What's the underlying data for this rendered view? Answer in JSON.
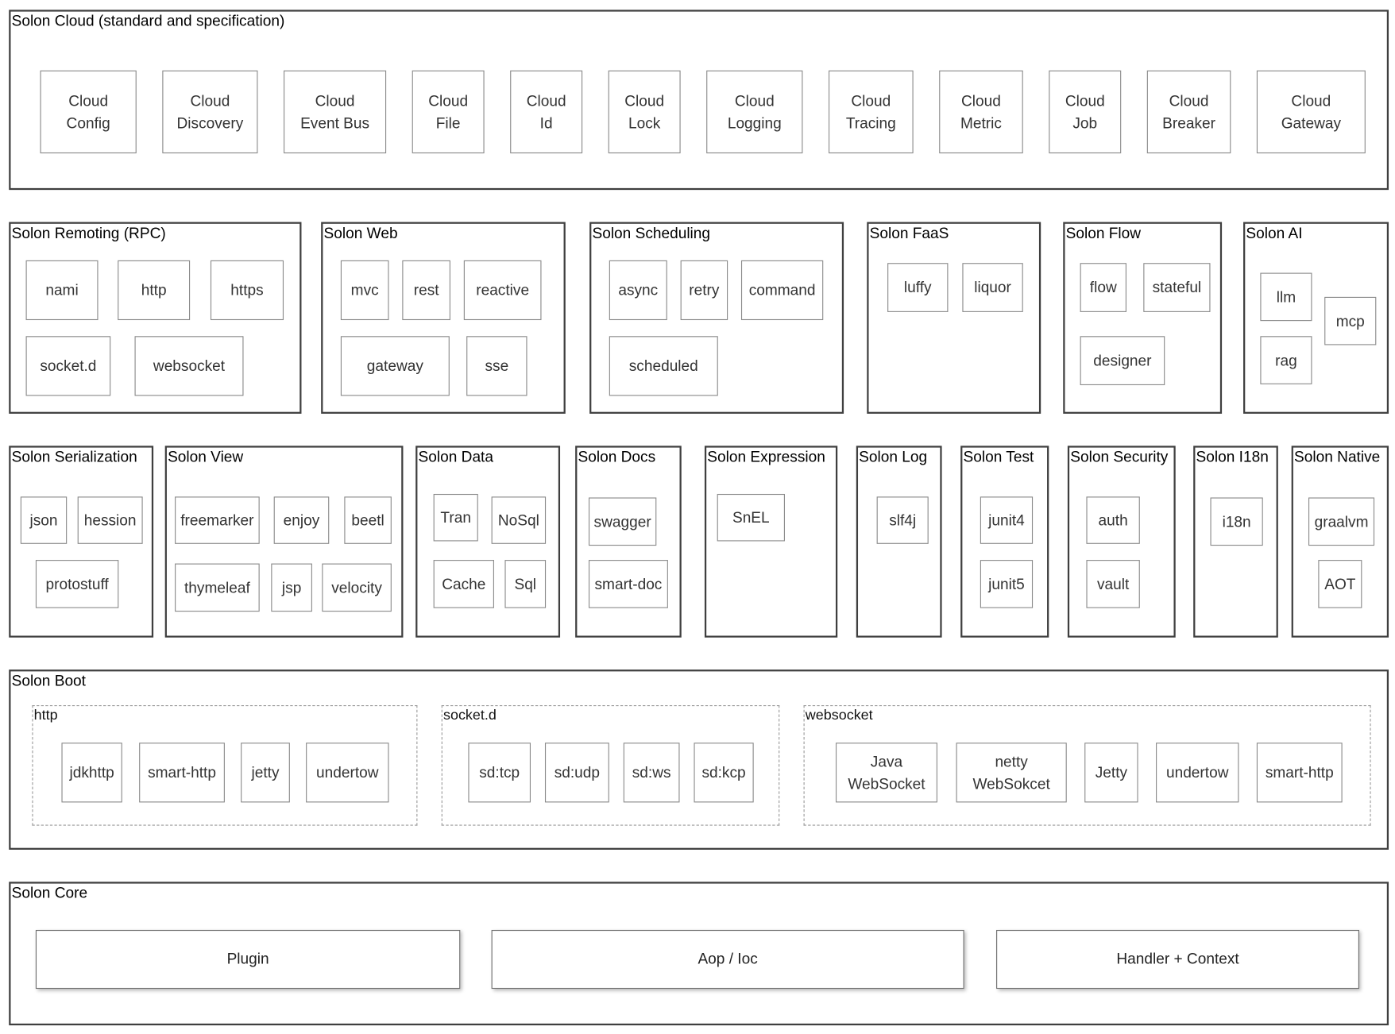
{
  "cloud": {
    "title": "Solon Cloud (standard and specification)",
    "items": [
      "Cloud\nConfig",
      "Cloud\nDiscovery",
      "Cloud\nEvent Bus",
      "Cloud\nFile",
      "Cloud\nId",
      "Cloud\nLock",
      "Cloud\nLogging",
      "Cloud\nTracing",
      "Cloud\nMetric",
      "Cloud\nJob",
      "Cloud\nBreaker",
      "Cloud\nGateway"
    ]
  },
  "remoting": {
    "title": "Solon Remoting (RPC)",
    "items": [
      "nami",
      "http",
      "https",
      "socket.d",
      "websocket"
    ]
  },
  "web": {
    "title": "Solon Web",
    "items": [
      "mvc",
      "rest",
      "reactive",
      "gateway",
      "sse"
    ]
  },
  "scheduling": {
    "title": "Solon Scheduling",
    "items": [
      "async",
      "retry",
      "command",
      "scheduled"
    ]
  },
  "faas": {
    "title": "Solon FaaS",
    "items": [
      "luffy",
      "liquor"
    ]
  },
  "flow": {
    "title": "Solon Flow",
    "items": [
      "flow",
      "stateful",
      "designer"
    ]
  },
  "ai": {
    "title": "Solon AI",
    "items": [
      "llm",
      "mcp",
      "rag"
    ]
  },
  "serialization": {
    "title": "Solon Serialization",
    "items": [
      "json",
      "hession",
      "protostuff"
    ]
  },
  "view": {
    "title": "Solon View",
    "items": [
      "freemarker",
      "enjoy",
      "beetl",
      "thymeleaf",
      "jsp",
      "velocity"
    ]
  },
  "data": {
    "title": "Solon Data",
    "items": [
      "Tran",
      "NoSql",
      "Cache",
      "Sql"
    ]
  },
  "docs": {
    "title": "Solon Docs",
    "items": [
      "swagger",
      "smart-doc"
    ]
  },
  "expression": {
    "title": "Solon Expression",
    "items": [
      "SnEL"
    ]
  },
  "log": {
    "title": "Solon Log",
    "items": [
      "slf4j"
    ]
  },
  "test": {
    "title": "Solon Test",
    "items": [
      "junit4",
      "junit5"
    ]
  },
  "security": {
    "title": "Solon Security",
    "items": [
      "auth",
      "vault"
    ]
  },
  "i18n": {
    "title": "Solon I18n",
    "items": [
      "i18n"
    ]
  },
  "native": {
    "title": "Solon Native",
    "items": [
      "graalvm",
      "AOT"
    ]
  },
  "boot": {
    "title": "Solon Boot",
    "http": {
      "title": "http",
      "items": [
        "jdkhttp",
        "smart-http",
        "jetty",
        "undertow"
      ]
    },
    "socketd": {
      "title": "socket.d",
      "items": [
        "sd:tcp",
        "sd:udp",
        "sd:ws",
        "sd:kcp"
      ]
    },
    "websocket": {
      "title": "websocket",
      "items": [
        "Java\nWebSocket",
        "netty\nWebSokcet",
        "Jetty",
        "undertow",
        "smart-http"
      ]
    }
  },
  "core": {
    "title": "Solon Core",
    "items": [
      "Plugin",
      "Aop / Ioc",
      "Handler + Context"
    ]
  },
  "colors": {
    "border": "#3f3f3f",
    "box_border": "#8a8a8a",
    "dashed": "#9a9a9a",
    "text": "#333333"
  }
}
